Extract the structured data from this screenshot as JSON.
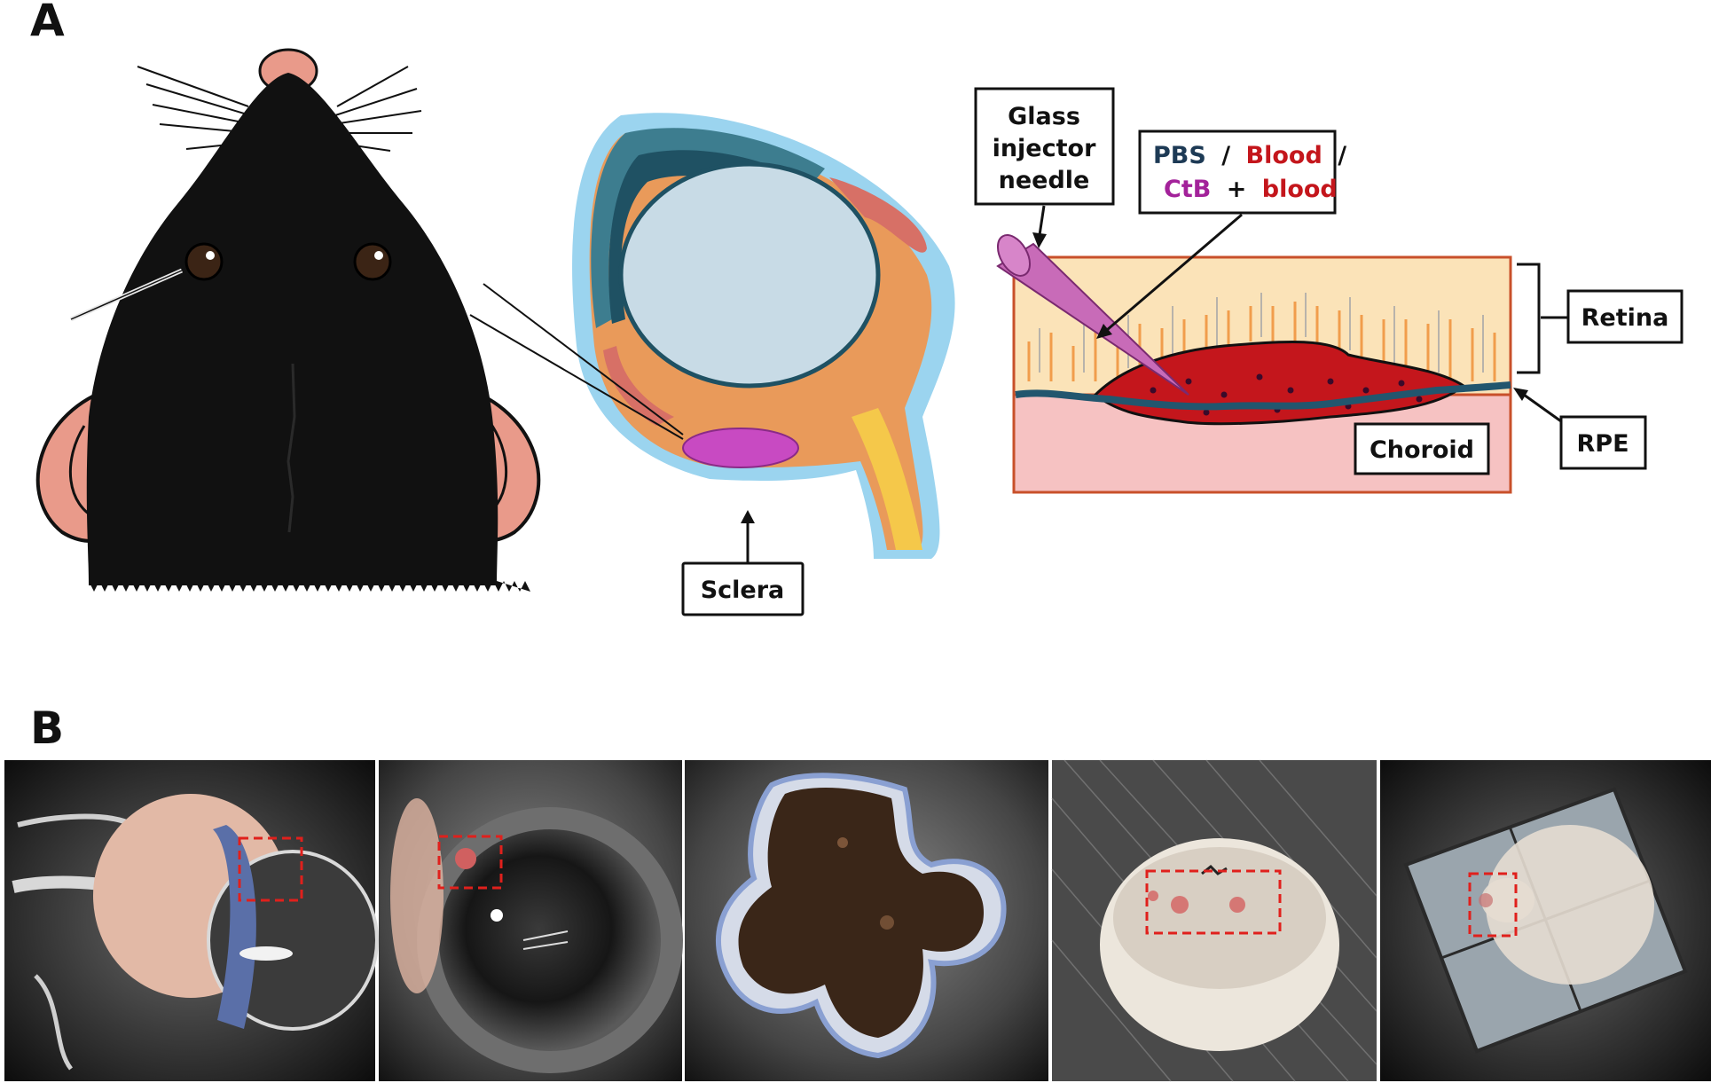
{
  "panel_a": {
    "letter": "A",
    "labels": {
      "needle_line1": "Glass",
      "needle_line2": "injector",
      "needle_line3": "needle",
      "pbs": "PBS",
      "slash1": "/",
      "blood": "Blood",
      "slash2": "/",
      "ctb": "CtB",
      "plus": "+",
      "blood2": "blood",
      "retina": "Retina",
      "rpe": "RPE",
      "choroid": "Choroid",
      "sclera": "Sclera"
    },
    "colors": {
      "pbs": "#1d3a55",
      "blood": "#c4161c",
      "ctb": "#a3229a",
      "retina_fill": "#fbe3b8",
      "choroid_fill": "#f6c2c2",
      "rpe": "#22566e",
      "mouse": "#111111",
      "ear": "#e99a8a",
      "sclera": "#9bd4ef",
      "lens": "#c8dbe6",
      "eye_body": "#e99a5a",
      "injection": "#c84ac2"
    }
  },
  "panel_b": {
    "letter": "B",
    "photos": [
      {
        "name": "eye-side-view-photo",
        "description_icon": "eyeball-with-nerve"
      },
      {
        "name": "eye-front-view-photo",
        "description_icon": "eyeball-cornea"
      },
      {
        "name": "flatmount-choroid-photo",
        "description_icon": "four-petal-flatmount"
      },
      {
        "name": "retina-cup-photo",
        "description_icon": "retina-cup"
      },
      {
        "name": "retina-slide-photo",
        "description_icon": "retina-on-slide"
      }
    ],
    "highlight_color": "#e0201c"
  }
}
